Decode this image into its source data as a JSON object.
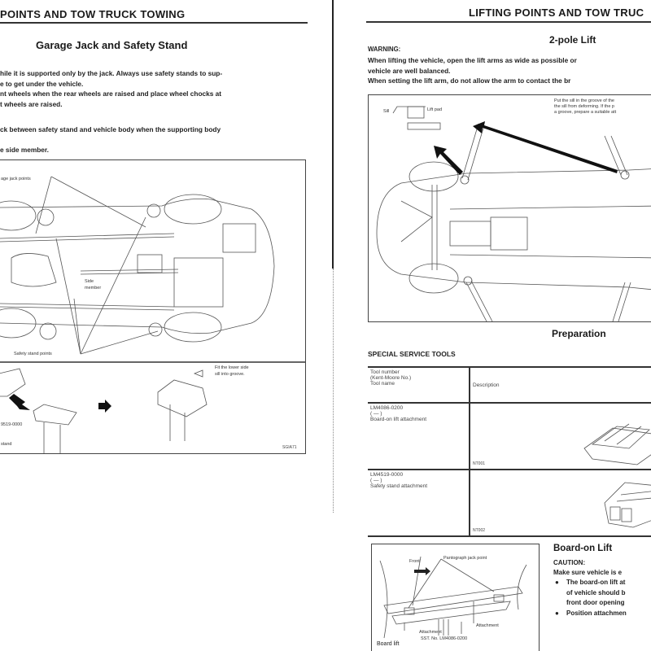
{
  "left_page": {
    "running_head": "POINTS AND TOW TRUCK TOWING",
    "section_title": "Garage Jack and Safety Stand",
    "paragraphs": [
      "hile it is supported only by the jack. Always use safety stands to sup-",
      "e to get under the vehicle.",
      "nt wheels when the rear wheels are raised and place wheel chocks at",
      "t wheels are raised.",
      "ck between safety stand and vehicle body when the supporting body",
      "e side member."
    ],
    "figure": {
      "label_jack_points": "age jack points",
      "label_side_member_1": "Side",
      "label_side_member_2": "member",
      "label_safety_stand_points": "Safety stand points",
      "label_fit_1": "Fit the lower side",
      "label_fit_2": "sill into groove.",
      "label_part_no": "9519-0000",
      "label_stand": "stand",
      "figure_code": "SGIA71"
    }
  },
  "right_page": {
    "running_head": "LIFTING POINTS AND TOW TRUC",
    "section_title": "2-pole Lift",
    "warning_label": "WARNING:",
    "warning_lines": [
      "When lifting the vehicle, open the lift arms as wide as possible or",
      "vehicle are well balanced.",
      "When setting the lift arm, do not allow the arm to contact the br"
    ],
    "figure": {
      "label_sill": "Sill",
      "label_lift_pad": "Lift pad",
      "note_lines": [
        "Put the sill in the groove of the",
        "the sill from deforming. If the p",
        "a groove, prepare a suitable att"
      ]
    },
    "preparation_title": "Preparation",
    "sst_title": "SPECIAL SERVICE TOOLS",
    "sst_table": {
      "header_col1": [
        "Tool number",
        "(Kent-Moore No.)",
        "Tool name"
      ],
      "header_col2": "Description",
      "rows": [
        {
          "lines": [
            "LM4086-0200",
            "(  —  )",
            "Board-on lift attachment"
          ],
          "fig_code": "NT001"
        },
        {
          "lines": [
            "LM4519-0000",
            "(  —  )",
            "Safety stand attachment"
          ],
          "fig_code": "NT002"
        }
      ]
    },
    "board_on_lift": {
      "title": "Board-on Lift",
      "caution_label": "CAUTION:",
      "caution_line": "Make sure vehicle is e",
      "bullets": [
        [
          "The board-on lift at",
          "of vehicle should b",
          "front door opening"
        ],
        [
          "Position attachmen"
        ]
      ],
      "figure": {
        "label_front": "Front",
        "label_pantograph": "Pantograph jack point",
        "label_attachment_right": "Attachment",
        "label_attachment": "Attachment",
        "label_sst": "SST. No. LM4086-0200",
        "label_board_lift": "Board lift"
      }
    }
  }
}
